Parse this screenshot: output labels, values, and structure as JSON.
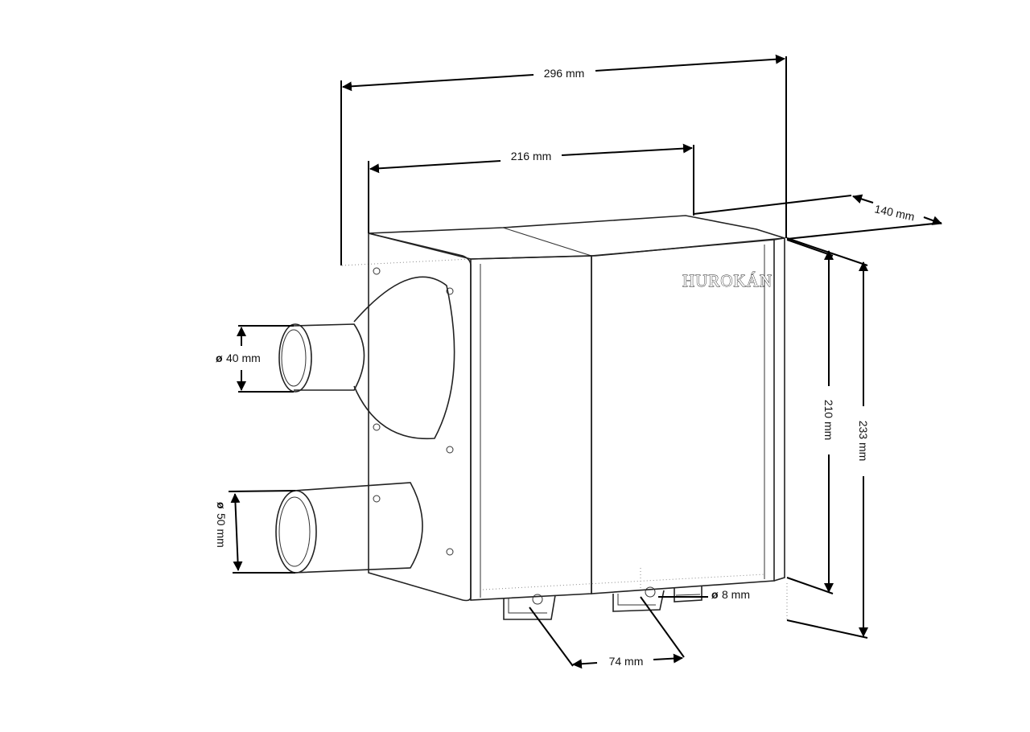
{
  "brand": {
    "logo_text": "HUROKÁN"
  },
  "dimensions": {
    "overall_width": "296 mm",
    "body_width": "216 mm",
    "depth": "140 mm",
    "body_height": "210 mm",
    "overall_height": "233 mm",
    "mount_spacing": "74 mm",
    "upper_port_diameter": "40 mm",
    "lower_port_diameter": "50 mm",
    "cable_diameter": "8 mm"
  },
  "symbols": {
    "diameter": "ø"
  },
  "colors": {
    "line": "#000000",
    "background": "#ffffff"
  }
}
